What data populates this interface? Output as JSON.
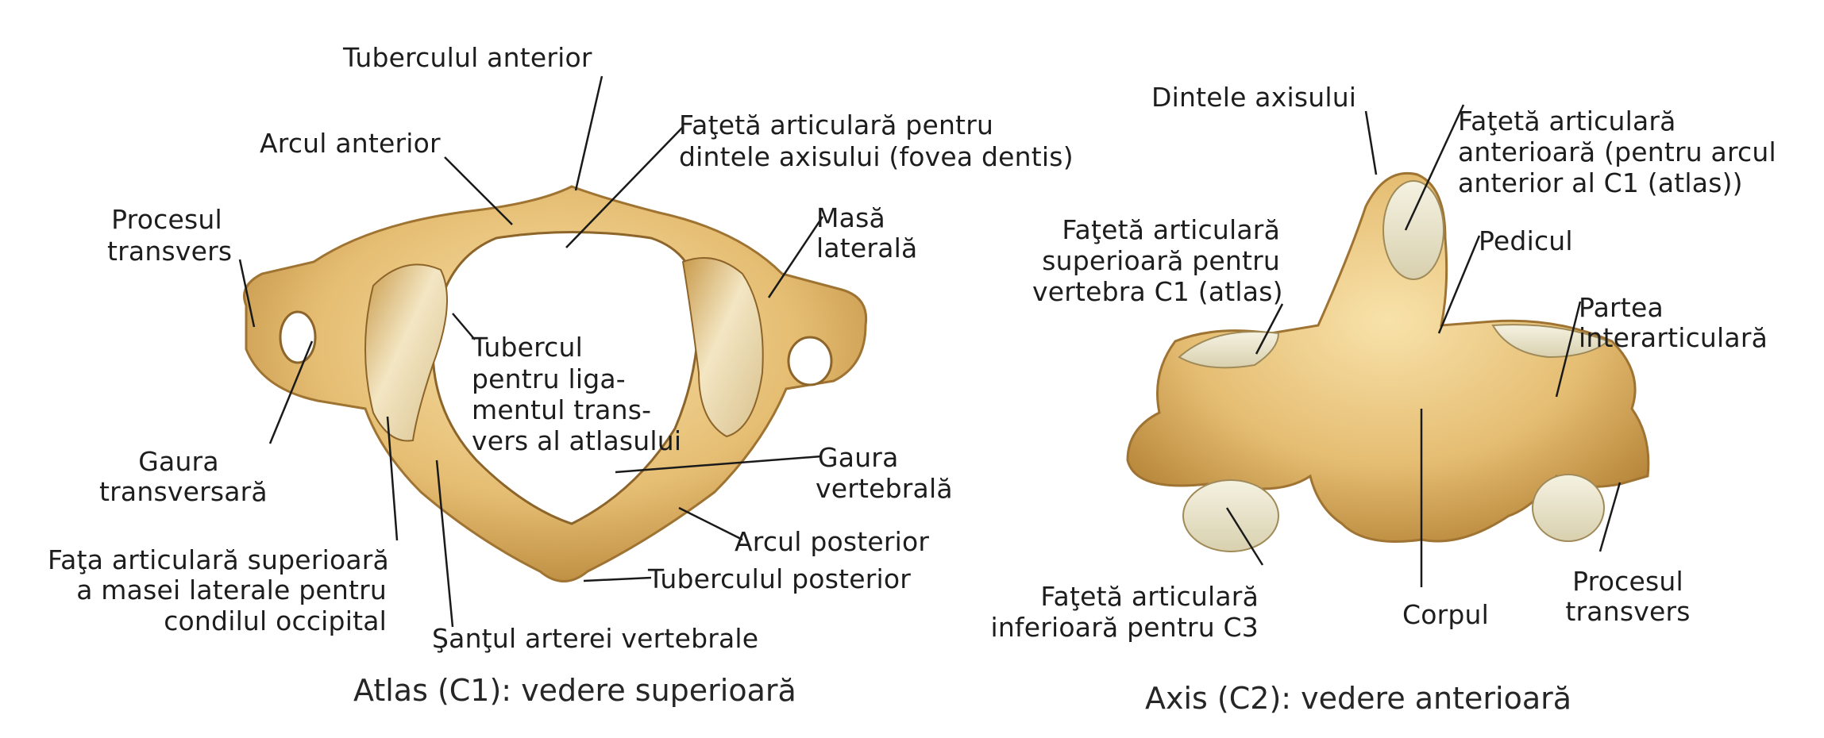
{
  "atlas": {
    "caption": "Atlas (C1): vedere superioară",
    "labels": {
      "tuberculul_anterior": "Tuberculul anterior",
      "arcul_anterior": "Arcul anterior",
      "fateta_dinte_1": "Faţetă articulară pentru",
      "fateta_dinte_2": "dintele axisului (fovea dentis)",
      "procesul_transvers_1": "Procesul",
      "procesul_transvers_2": "transvers",
      "masa_laterala_1": "Masă",
      "masa_laterala_2": "laterală",
      "tubercul_lig_1": "Tubercul",
      "tubercul_lig_2": "pentru liga-",
      "tubercul_lig_3": "mentul trans-",
      "tubercul_lig_4": "vers al atlasului",
      "gaura_transversara_1": "Gaura",
      "gaura_transversara_2": "transversară",
      "gaura_vertebrala_1": "Gaura",
      "gaura_vertebrala_2": "vertebrală",
      "arcul_posterior": "Arcul posterior",
      "fata_articulara_1": "Faţa articulară superioară",
      "fata_articulara_2": "a masei laterale pentru",
      "fata_articulara_3": "condilul occipital",
      "tuberculul_posterior": "Tuberculul posterior",
      "santul": "Şanţul  arterei vertebrale"
    }
  },
  "axis": {
    "caption": "Axis (C2): vedere anterioară",
    "labels": {
      "dintele": "Dintele axisului",
      "fateta_ant_1": "Faţetă articulară",
      "fateta_ant_2": "anterioară (pentru arcul",
      "fateta_ant_3": "anterior al C1 (atlas))",
      "fateta_sup_1": "Faţetă articulară",
      "fateta_sup_2": "superioară pentru",
      "fateta_sup_3": "vertebra C1 (atlas)",
      "pedicul": "Pedicul",
      "partea_1": "Partea",
      "partea_2": "interarticulară",
      "fateta_inf_1": "Faţetă articulară",
      "fateta_inf_2": "inferioară pentru C3",
      "corpul": "Corpul",
      "procesul_1": "Procesul",
      "procesul_2": "transvers"
    }
  },
  "colors": {
    "bone": "#e7c27a",
    "bone_dark": "#b98a3e",
    "bone_light": "#f6e3b3",
    "cartilage": "#eee8cf",
    "leader": "#1a1a1a"
  }
}
